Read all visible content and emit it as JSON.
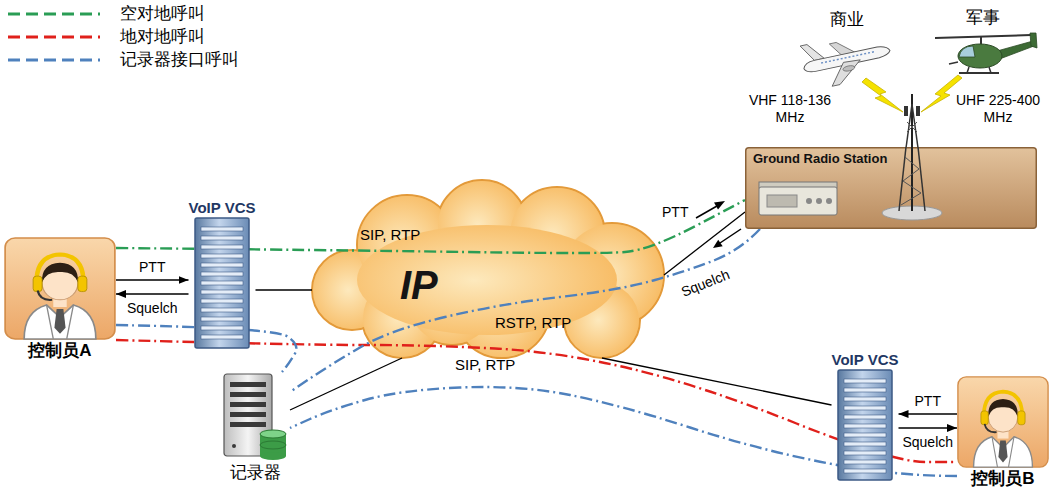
{
  "diagram": {
    "nodes": [
      {
        "text": [
          "控制员A"
        ]
      },
      {
        "text": [
          "VoIP VCS"
        ]
      },
      {
        "text": [
          "IP"
        ]
      },
      {
        "text": [
          "Ground Radio Station"
        ]
      },
      {
        "text": [
          "记录器"
        ]
      },
      {
        "text": [
          "VoIP VCS"
        ]
      },
      {
        "text": [
          "控制员B"
        ]
      }
    ],
    "edges": [
      {
        "from": 0,
        "to": 1,
        "arrow": "to",
        "label": "PTT"
      },
      {
        "from": 1,
        "to": 0,
        "arrow": "to",
        "label": "Squelch"
      },
      {
        "from": 1,
        "to": 2,
        "arrow": "none"
      },
      {
        "from": 2,
        "to": 3,
        "arrow": "none"
      },
      {
        "from": 2,
        "to": 4,
        "arrow": "none"
      },
      {
        "from": 2,
        "to": 5,
        "arrow": "none"
      },
      {
        "from": 6,
        "to": 5,
        "arrow": "to",
        "label": "PTT"
      },
      {
        "from": 5,
        "to": 6,
        "arrow": "to",
        "label": "Squelch"
      },
      {
        "from": 0,
        "to": 3,
        "arrow": "none"
      },
      {
        "from": 0,
        "to": 6,
        "arrow": "none"
      },
      {
        "from": 0,
        "to": 4,
        "arrow": "none"
      },
      {
        "from": 3,
        "to": 4,
        "arrow": "none"
      },
      {
        "from": 6,
        "to": 4,
        "arrow": "none"
      }
    ],
    "labels": [
      "商业",
      "军事",
      "VHF 118-136 MHz",
      "UHF 225-400 MHz",
      "PTT",
      "Squelch",
      "SIP, RTP",
      "RSTP, RTP",
      "SIP, RTP"
    ],
    "legend": [
      {
        "text": "空对地呼叫"
      },
      {
        "text": "地对地呼叫"
      },
      {
        "text": "记录器接口呼叫"
      }
    ]
  }
}
